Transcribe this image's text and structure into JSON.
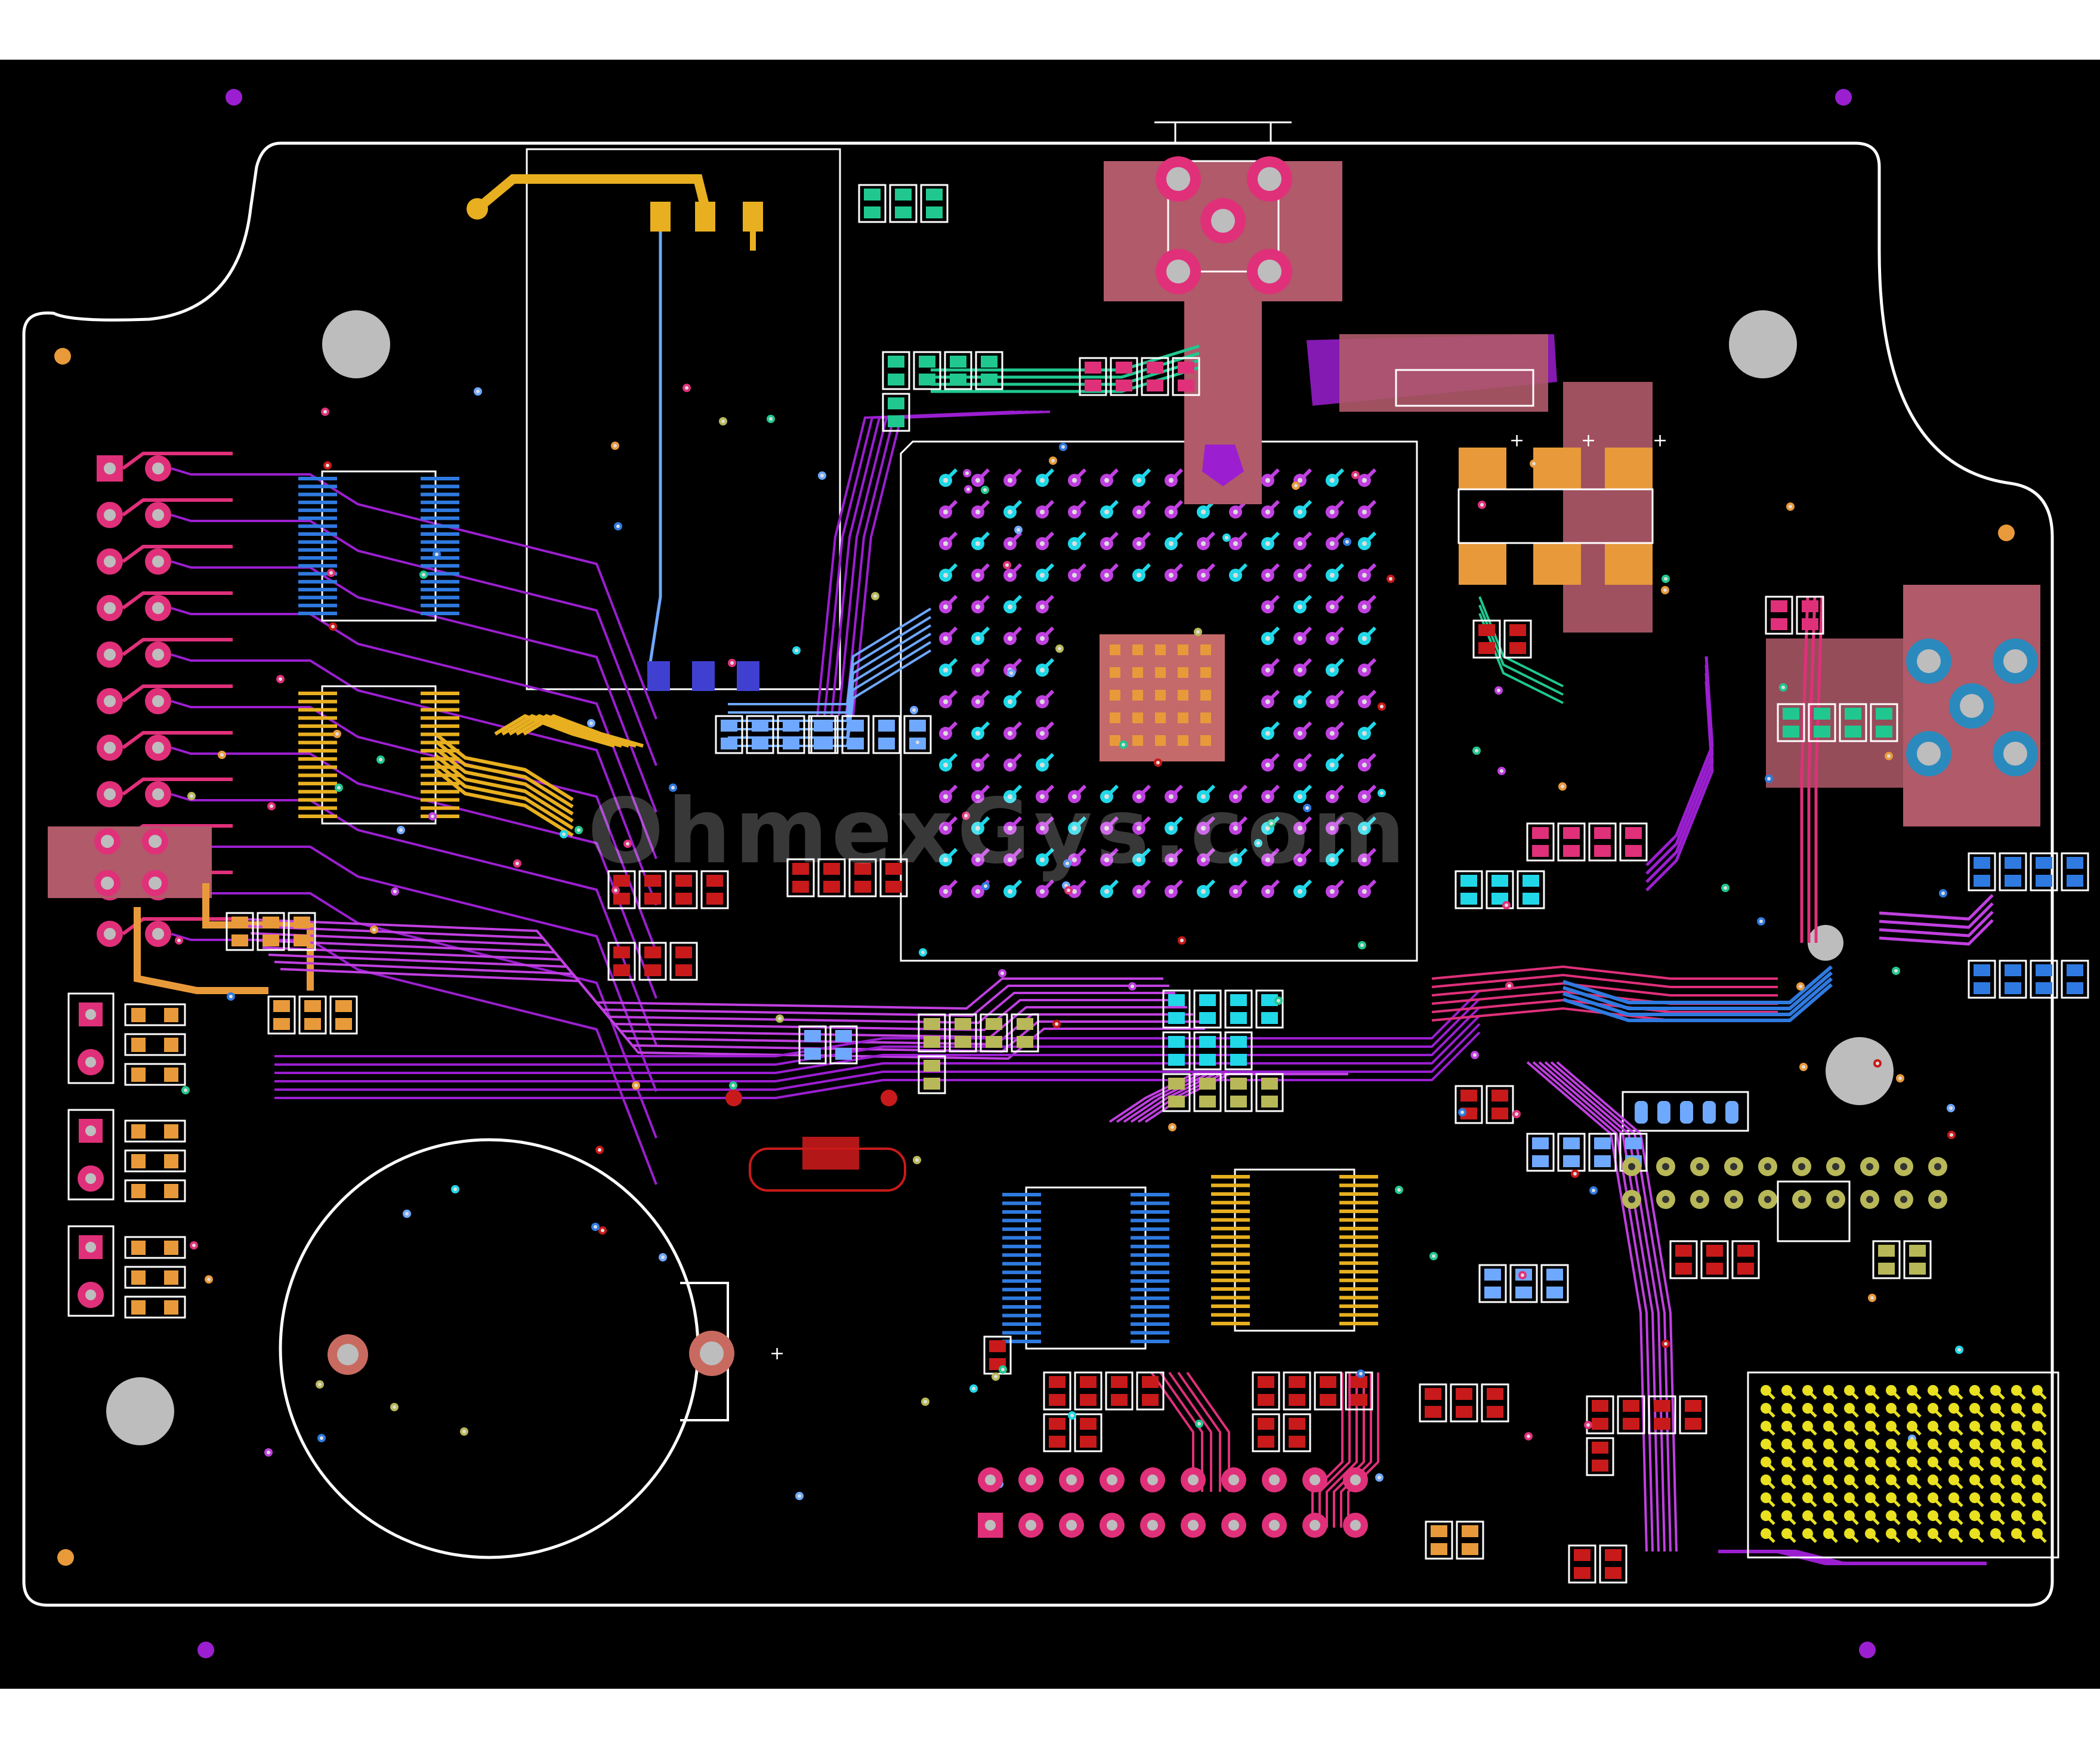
{
  "watermark": "OhmexGys.com",
  "colors": {
    "background": "#000000",
    "outline": "#ffffff",
    "magenta": "#e0307a",
    "purple": "#9b1fd0",
    "violet": "#c040e0",
    "blue": "#2f7ae0",
    "lightblue": "#6fa8ff",
    "cyan": "#20d8e8",
    "orange": "#e89a3a",
    "gold": "#e8b020",
    "yellow": "#e8e020",
    "green": "#20c890",
    "red": "#c81a1a",
    "pad_bg": "#b05a6a",
    "olive": "#b8b858",
    "gray": "#bdbdbd"
  },
  "icons": {
    "mounting_hole": "gray-circle",
    "via": "ring-dot",
    "pad": "filled-square",
    "battery_holder": "circle-outline",
    "polarity_mark": "plus-sign"
  }
}
